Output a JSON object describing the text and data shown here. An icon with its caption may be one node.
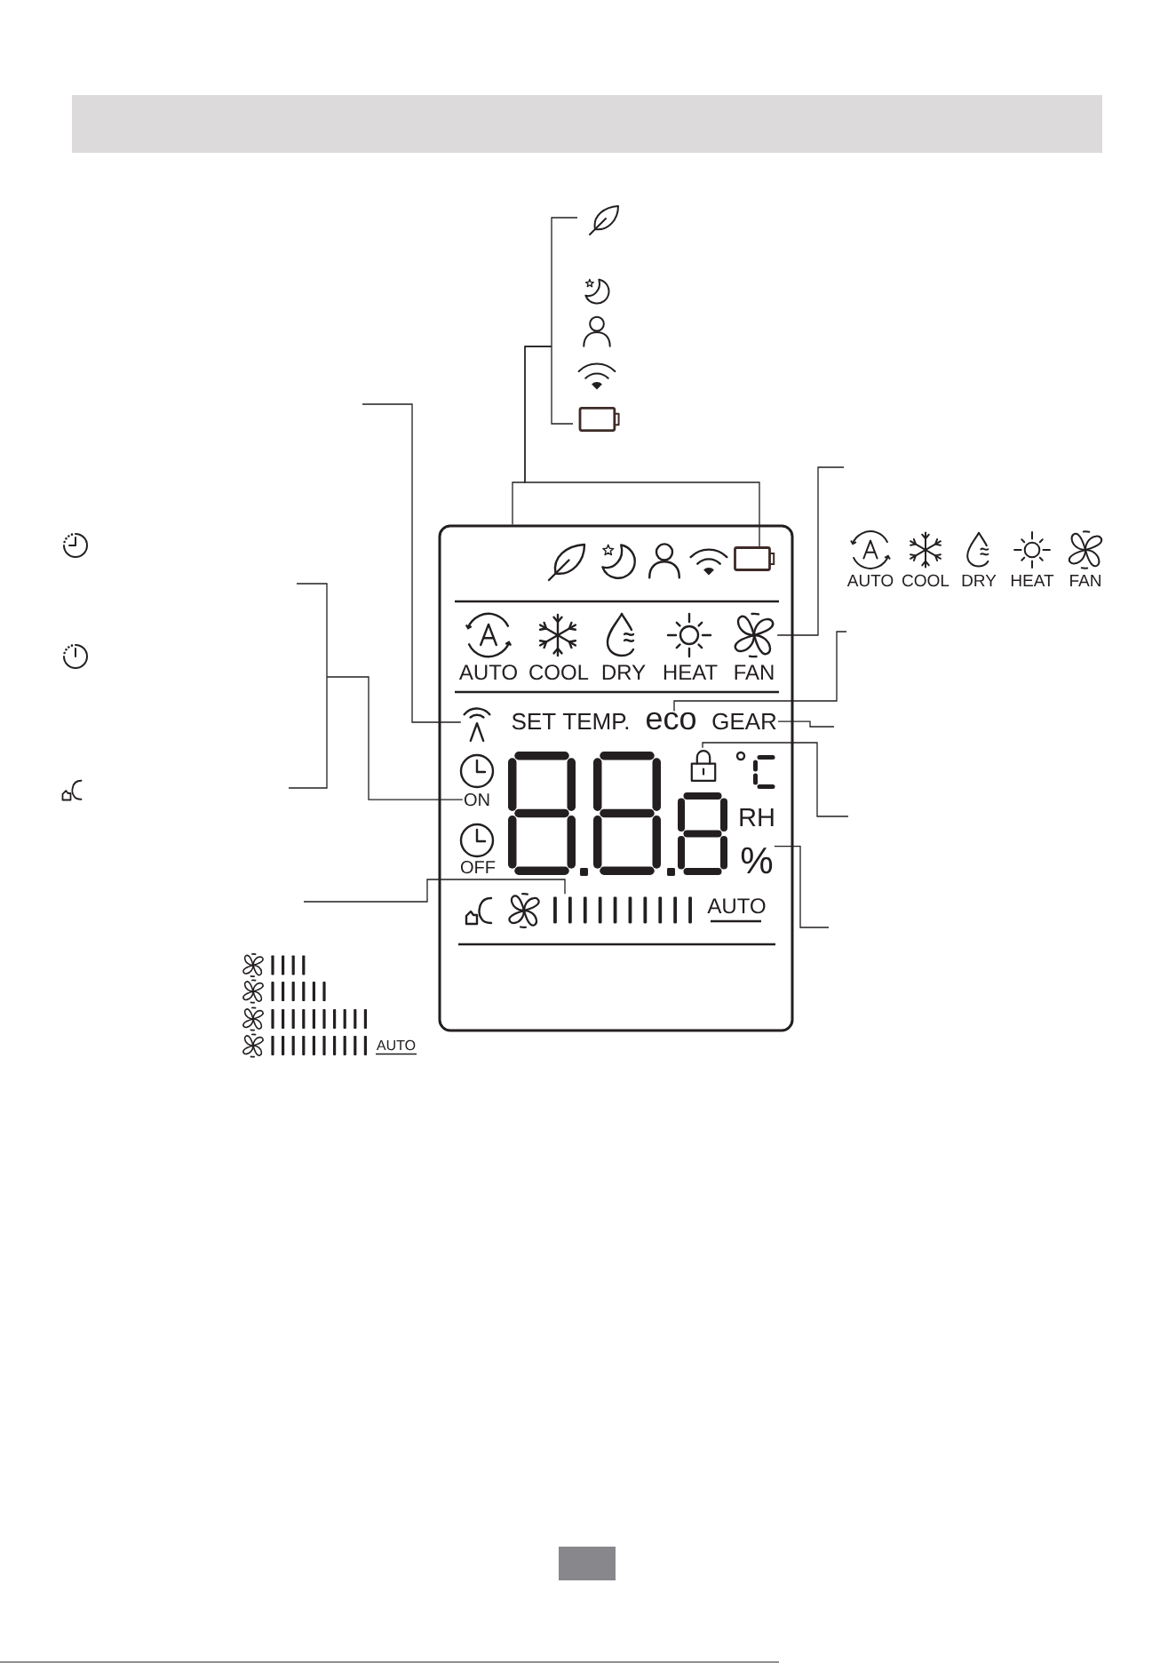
{
  "diagram": {
    "nodes": [
      {
        "text": [],
        "shape": "bracket"
      },
      {
        "text": [],
        "shape": "box"
      },
      {
        "text": [],
        "shape": "box",
        "in": 1
      },
      {
        "text": [],
        "shape": "bracket"
      },
      {
        "text": [],
        "shape": "picture",
        "in": 1
      },
      {
        "text": [],
        "shape": "picture",
        "in": 1
      },
      {
        "text": [
          "eco"
        ],
        "in": 1
      },
      {
        "text": [
          "GEAR"
        ],
        "in": 1
      },
      {
        "text": [],
        "shape": "picture",
        "in": 1
      },
      {
        "text": [
          "ON"
        ],
        "in": 1
      },
      {
        "text": [
          "%"
        ],
        "in": 1
      },
      {
        "text": [],
        "shape": "bar",
        "in": 1
      }
    ],
    "edges": [
      {
        "from": 0,
        "to": 1,
        "arrow": "none"
      },
      {
        "from": 0,
        "to": 2,
        "arrow": "none"
      },
      {
        "from": null,
        "to": 4,
        "arrow": "none"
      },
      {
        "from": null,
        "to": 5,
        "arrow": "none"
      },
      {
        "from": null,
        "to": 6,
        "arrow": "none"
      },
      {
        "from": null,
        "to": 7,
        "arrow": "none"
      },
      {
        "from": 3,
        "to": 9,
        "arrow": "none"
      },
      {
        "from": null,
        "to": 8,
        "arrow": "none"
      },
      {
        "from": null,
        "to": 10,
        "arrow": "none"
      },
      {
        "from": null,
        "to": 11,
        "arrow": "none"
      }
    ],
    "labels": [
      "AUTO",
      "COOL",
      "DRY",
      "HEAT",
      "FAN",
      "AUTO",
      "COOL",
      "DRY",
      "HEAT",
      "FAN",
      "SET TEMP.",
      "RH",
      "OFF",
      "AUTO",
      "AUTO"
    ]
  }
}
